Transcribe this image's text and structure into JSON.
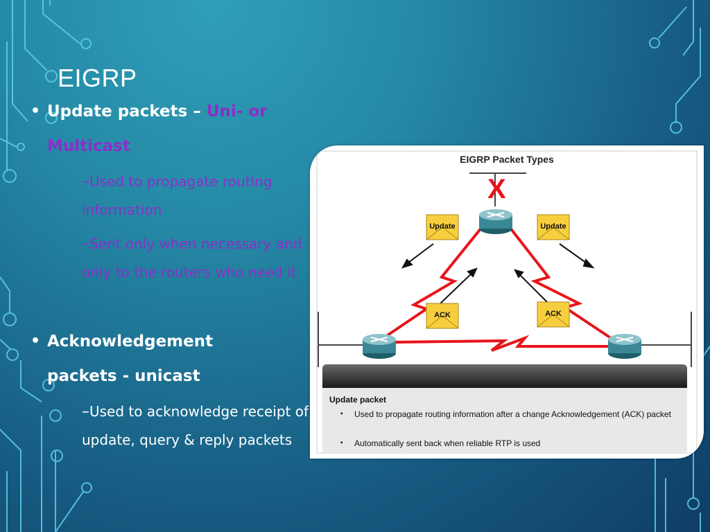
{
  "title": "EIGRP",
  "bullets": [
    {
      "text_main": "Update packets – ",
      "text_accent": "Uni- or Multicast",
      "subs": [
        "Used to propagate routing information",
        "Sent only when necessary and only to the routers who need it"
      ]
    },
    {
      "text_main": "Acknowledgement packets - unicast",
      "subs": [
        "Used to acknowledge receipt of update, query & reply packets"
      ]
    }
  ],
  "diagram": {
    "title": "EIGRP Packet Types",
    "x_mark": "X",
    "envelopes": [
      "Update",
      "Update",
      "ACK",
      "ACK"
    ],
    "panel_heading": "Update packet",
    "panel_items": [
      "Used to propagate routing information after a change Acknowledgement (ACK) packet",
      "Automatically sent back when reliable RTP is used"
    ]
  },
  "colors": {
    "accent": "#8b2fc9",
    "link": "#e8141a",
    "envelope": "#f7cf3e"
  }
}
